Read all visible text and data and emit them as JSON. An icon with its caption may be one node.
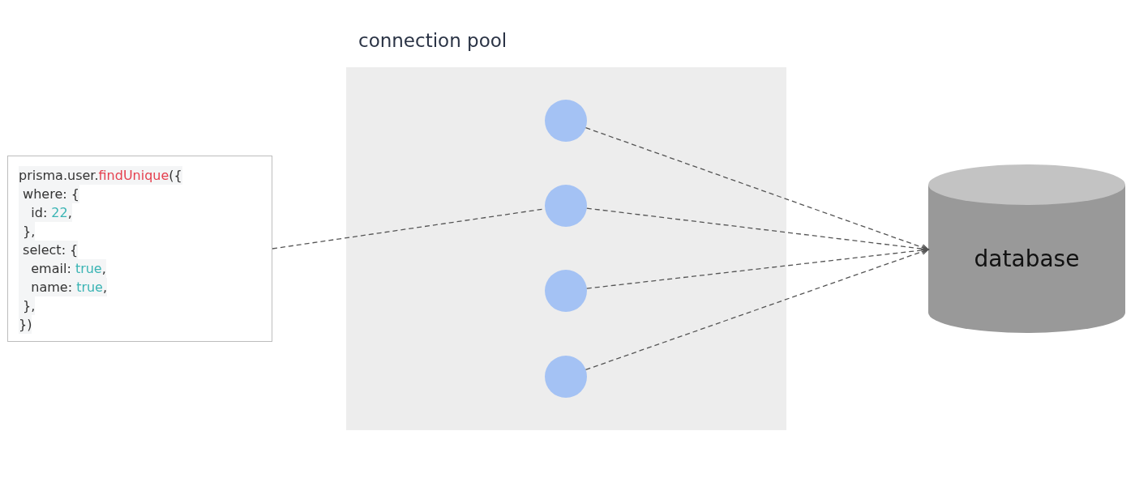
{
  "diagram": {
    "nodes": [
      {
        "text": [
          "prisma.user.findUnique({",
          " where: {",
          "   id: 22,",
          " },",
          " select: {",
          "   email: true,",
          "   name: true,",
          " },",
          "})"
        ]
      },
      {
        "text": [
          "connection pool"
        ]
      },
      {
        "text": [],
        "shape": "circle",
        "in": 1
      },
      {
        "text": [],
        "shape": "circle",
        "in": 1
      },
      {
        "text": [],
        "shape": "circle",
        "in": 1
      },
      {
        "text": [],
        "shape": "circle",
        "in": 1
      },
      {
        "text": [
          "database"
        ]
      }
    ],
    "edges": [
      {
        "from": 0,
        "to": 3,
        "arrow": "none",
        "style": "dashed"
      },
      {
        "from": 2,
        "to": 6,
        "arrow": "to",
        "style": "dashed"
      },
      {
        "from": 3,
        "to": 6,
        "arrow": "to",
        "style": "dashed"
      },
      {
        "from": 4,
        "to": 6,
        "arrow": "to",
        "style": "dashed"
      },
      {
        "from": 5,
        "to": 6,
        "arrow": "to",
        "style": "dashed"
      }
    ]
  }
}
